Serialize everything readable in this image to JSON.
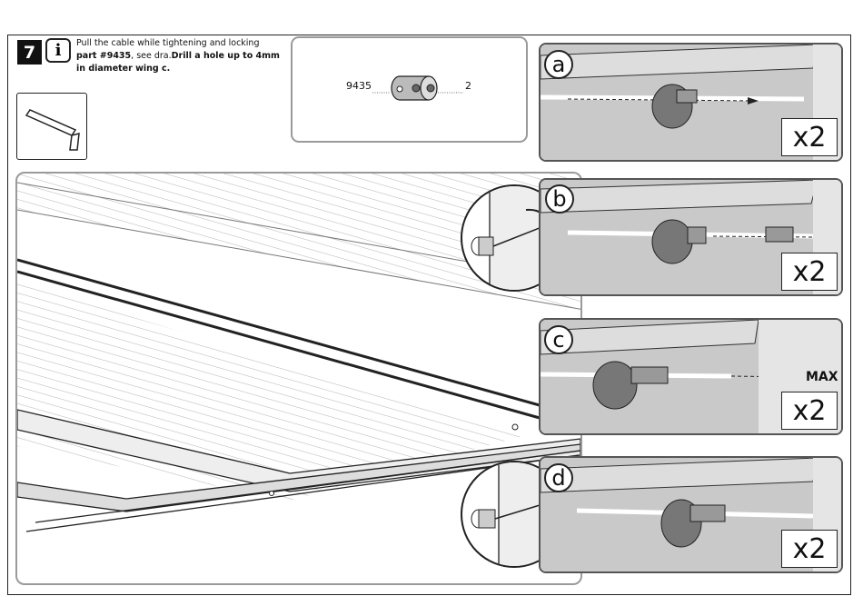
{
  "step": {
    "number": "7",
    "info_symbol": "i",
    "instruction_line1": "Pull the cable while tightening and locking",
    "instruction_part": "part #9435",
    "instruction_mid": ", see dra.",
    "instruction_bold": "Drill a hole up to 4mm in diameter wing c."
  },
  "tool": {
    "icon": "allen-key-icon"
  },
  "part": {
    "id": "9435",
    "quantity": "2"
  },
  "details": [
    {
      "letter": "a",
      "multiplier": "x2"
    },
    {
      "letter": "b",
      "multiplier": "x2"
    },
    {
      "letter": "c",
      "multiplier": "x2",
      "direction": "MAX"
    },
    {
      "letter": "d",
      "multiplier": "x2"
    }
  ],
  "colors": {
    "panel_gray": "#c9c9c9",
    "line": "#222222",
    "frame_gray": "#9a9a9a"
  }
}
